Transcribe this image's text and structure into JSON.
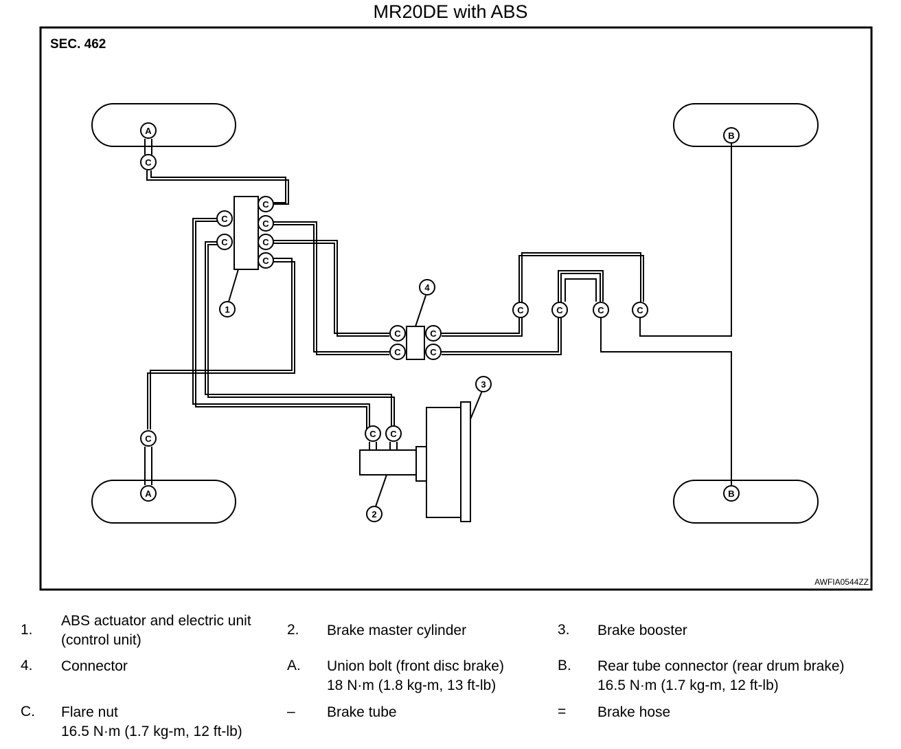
{
  "title": "MR20DE with ABS",
  "section": "SEC. 462",
  "figure_code": "AWFIA0544ZZ",
  "callouts": {
    "n1": "1",
    "n2": "2",
    "n3": "3",
    "n4": "4",
    "a": "A",
    "b": "B",
    "c": "C"
  },
  "legend": [
    {
      "key": "1.",
      "lines": [
        "ABS actuator and electric unit",
        "(control unit)"
      ]
    },
    {
      "key": "2.",
      "lines": [
        "Brake master cylinder"
      ]
    },
    {
      "key": "3.",
      "lines": [
        "Brake booster"
      ]
    },
    {
      "key": "4.",
      "lines": [
        "Connector"
      ]
    },
    {
      "key": "A.",
      "lines": [
        "Union bolt (front disc brake)",
        "18 N·m (1.8 kg-m, 13 ft-lb)"
      ]
    },
    {
      "key": "B.",
      "lines": [
        "Rear tube connector (rear drum brake)",
        "16.5 N·m (1.7 kg-m, 12 ft-lb)"
      ]
    },
    {
      "key": "C.",
      "lines": [
        "Flare nut",
        "16.5 N·m (1.7 kg-m, 12 ft-lb)"
      ]
    },
    {
      "key": "–",
      "lines": [
        "Brake tube"
      ]
    },
    {
      "key": "=",
      "lines": [
        "Brake hose"
      ]
    }
  ]
}
